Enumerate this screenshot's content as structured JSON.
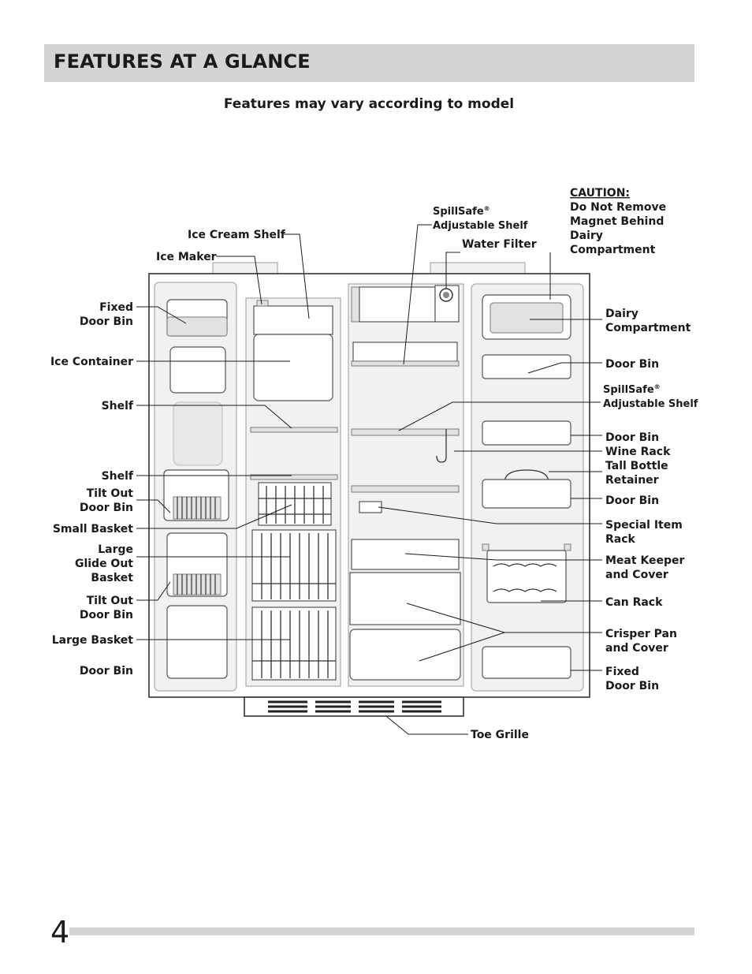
{
  "header": {
    "title": "FEATURES AT A GLANCE"
  },
  "subtitle": "Features may vary according to model",
  "page_number": "4",
  "labels": {
    "ice_cream_shelf": "Ice Cream Shelf",
    "ice_maker": "Ice Maker",
    "fixed_door_bin_left_1": "Fixed",
    "fixed_door_bin_left_2": "Door Bin",
    "ice_container": "Ice Container",
    "shelf_1": "Shelf",
    "shelf_2": "Shelf",
    "tilt_out_1a": "Tilt Out",
    "tilt_out_1b": "Door Bin",
    "small_basket": "Small Basket",
    "large_glide_a": "Large",
    "large_glide_b": "Glide Out",
    "large_glide_c": "Basket",
    "tilt_out_2a": "Tilt Out",
    "tilt_out_2b": "Door Bin",
    "large_basket": "Large Basket",
    "door_bin_left": "Door Bin",
    "spillsafe_top_a": "SpillSafe",
    "spillsafe_top_b": "Adjustable Shelf",
    "registered_mark": "®",
    "water_filter": "Water Filter",
    "caution_title": "CAUTION:",
    "caution_1": "Do Not Remove",
    "caution_2": "Magnet Behind",
    "caution_3": "Dairy",
    "caution_4": "Compartment",
    "dairy_a": "Dairy",
    "dairy_b": "Compartment",
    "door_bin_r1": "Door Bin",
    "spillsafe_mid_a": "SpillSafe",
    "spillsafe_mid_b": "Adjustable Shelf",
    "door_bin_r2": "Door Bin",
    "wine_rack": "Wine Rack",
    "tall_bottle_a": "Tall Bottle",
    "tall_bottle_b": "Retainer",
    "door_bin_r3": "Door Bin",
    "special_item_a": "Special Item",
    "special_item_b": "Rack",
    "meat_keeper_a": "Meat Keeper",
    "meat_keeper_b": "and Cover",
    "can_rack": "Can Rack",
    "crisper_a": "Crisper Pan",
    "crisper_b": "and Cover",
    "fixed_door_bin_right_a": "Fixed",
    "fixed_door_bin_right_b": "Door Bin",
    "toe_grille": "Toe Grille"
  },
  "colors": {
    "header_bar": "#d4d4d4",
    "text": "#1a1a1a",
    "outline": "#555555"
  }
}
